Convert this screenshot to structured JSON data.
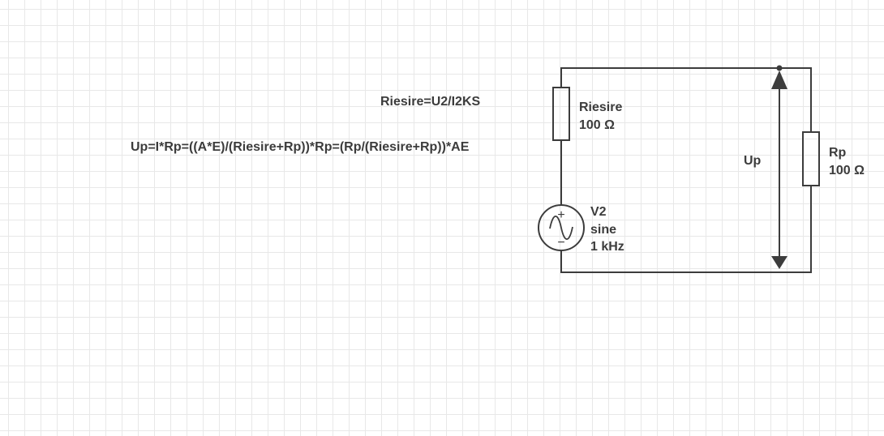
{
  "canvas": {
    "grid_color": "#e8e8e8",
    "background": "#ffffff",
    "line_color": "#3c3c3c"
  },
  "formulas": {
    "riesire": "Riesire=U2/I2KS",
    "up": "Up=I*Rp=((A*E)/(Riesire+Rp))*Rp=(Rp/(Riesire+Rp))*AE"
  },
  "components": {
    "resistor_out": {
      "name": "Riesire",
      "value": "100 Ω"
    },
    "resistor_load": {
      "name": "Rp",
      "value": "100 Ω"
    },
    "source": {
      "name": "V2",
      "type": "sine",
      "freq": "1 kHz",
      "plus": "+",
      "minus": "−"
    },
    "voltage_arrow": {
      "label": "Up"
    }
  }
}
